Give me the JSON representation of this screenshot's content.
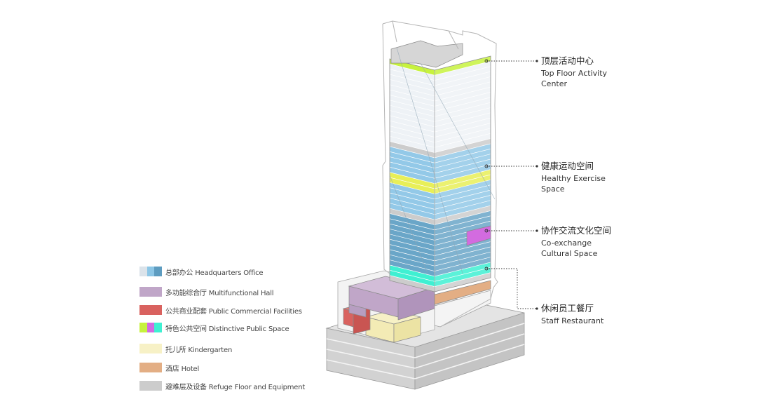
{
  "legend": [
    {
      "zh": "总部办公",
      "en": "Headquarters Office",
      "colors": [
        "#dbe3ea",
        "#8cc6e6",
        "#5d9cc0"
      ]
    },
    {
      "zh": "多功能综合厅",
      "en": "Multifunctional Hall",
      "colors": [
        "#c0a6c8"
      ]
    },
    {
      "zh": "公共商业配套",
      "en": "Public Commercial Facilities",
      "colors": [
        "#d9625f"
      ]
    },
    {
      "zh": "特色公共空间",
      "en": "Distinctive Public Space",
      "colors": [
        "#c7f23e",
        "#d36be0",
        "#3ff0d2"
      ]
    },
    {
      "zh": "托儿所",
      "en": "Kindergarten",
      "colors": [
        "#f7f1c6"
      ]
    },
    {
      "zh": "酒店",
      "en": "Hotel",
      "colors": [
        "#e3ae84"
      ]
    },
    {
      "zh": "避难层及设备",
      "en": "Refuge Floor and Equipment",
      "colors": [
        "#cccccc"
      ]
    }
  ],
  "callouts": [
    {
      "zh": "顶层活动中心",
      "en": "Top Floor Activity Center"
    },
    {
      "zh": "健康运动空间",
      "en": "Healthy Exercise Space"
    },
    {
      "zh": "协作交流文化空间",
      "en": "Co-exchange Cultural Space"
    },
    {
      "zh": "休闲员工餐厅",
      "en": "Staff Restaurant"
    }
  ],
  "colors": {
    "office_light": "#eef2f6",
    "office_mid": "#93c9e8",
    "office_dark": "#6aa6c8",
    "multifunction": "#c0a6c8",
    "commercial": "#d9625f",
    "lime": "#c7f23e",
    "yellow": "#e8ef58",
    "magenta": "#d36be0",
    "cyan": "#3ff0d2",
    "kindergarten": "#f7f1c6",
    "hotel": "#e3ae84",
    "refuge": "#cccccc",
    "base": "#dedede"
  }
}
